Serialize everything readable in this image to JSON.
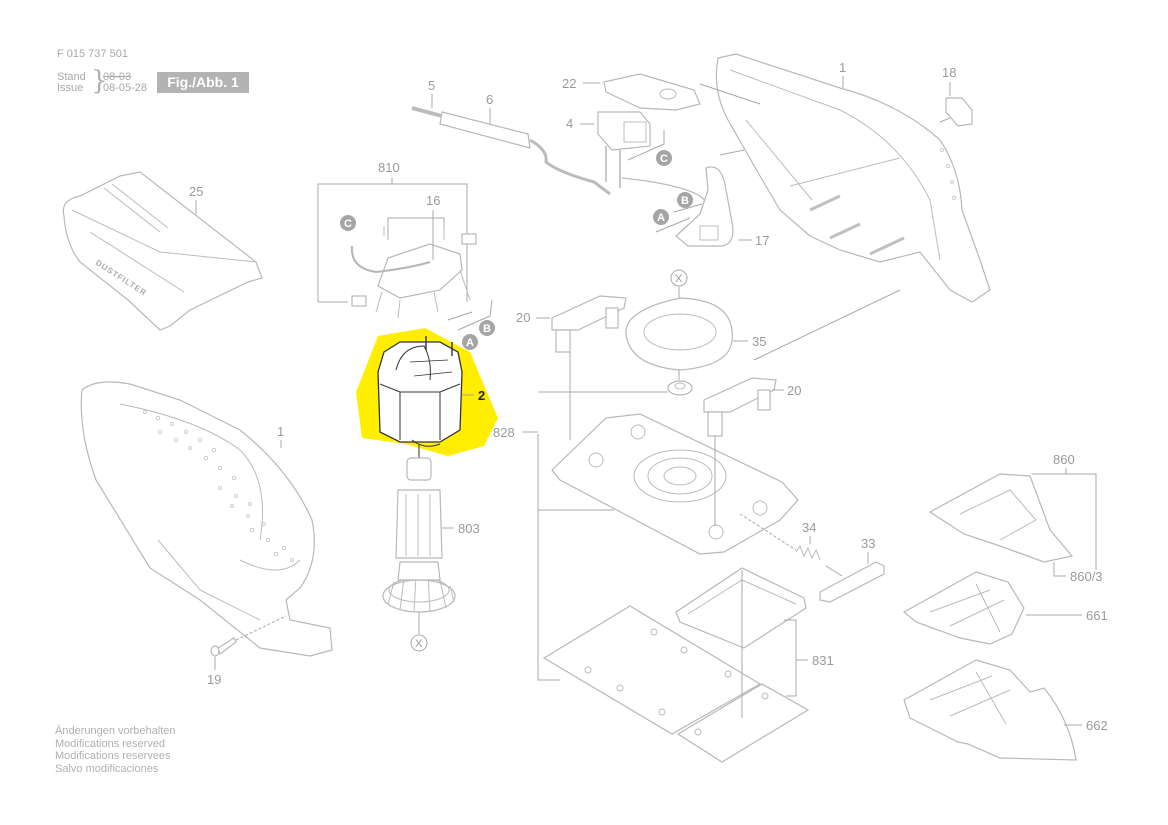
{
  "header": {
    "part_number": "F 015 737 501",
    "stand_label": "Stand",
    "issue_label": "Issue",
    "stand_date_struck": "08-03",
    "issue_date": "08-05-28",
    "figure_label": "Fig./Abb. 1"
  },
  "notes": [
    "Änderungen vorbehalten",
    "Modifications reserved",
    "Modifications reservees",
    "Salvo modificaciones"
  ],
  "highlight": {
    "part": "2",
    "color": "#ffee00"
  },
  "parts": {
    "housing_top": "1",
    "housing_left": "1",
    "field": "2",
    "switch": "4",
    "cable": "5",
    "cable_guard": "6",
    "brush_holder": "16",
    "switch_actuator": "17",
    "button": "18",
    "screw": "19",
    "clip_left": "20",
    "clip_right": "20",
    "switch_cover": "22",
    "dust_filter": "25",
    "lock_slider": "33",
    "spring": "34",
    "fan_cover": "35",
    "armature": "803",
    "brush_set": "810",
    "base_plate": "828",
    "sanding_plate": "831",
    "delta_plate": "860",
    "delta_plate_sub": "860/3",
    "finger_attachment": "661",
    "delta_extension": "662"
  },
  "connectors": {
    "a": "A",
    "b": "B",
    "c": "C",
    "x": "X"
  },
  "dust_filter_text": "DUSTFILTER"
}
